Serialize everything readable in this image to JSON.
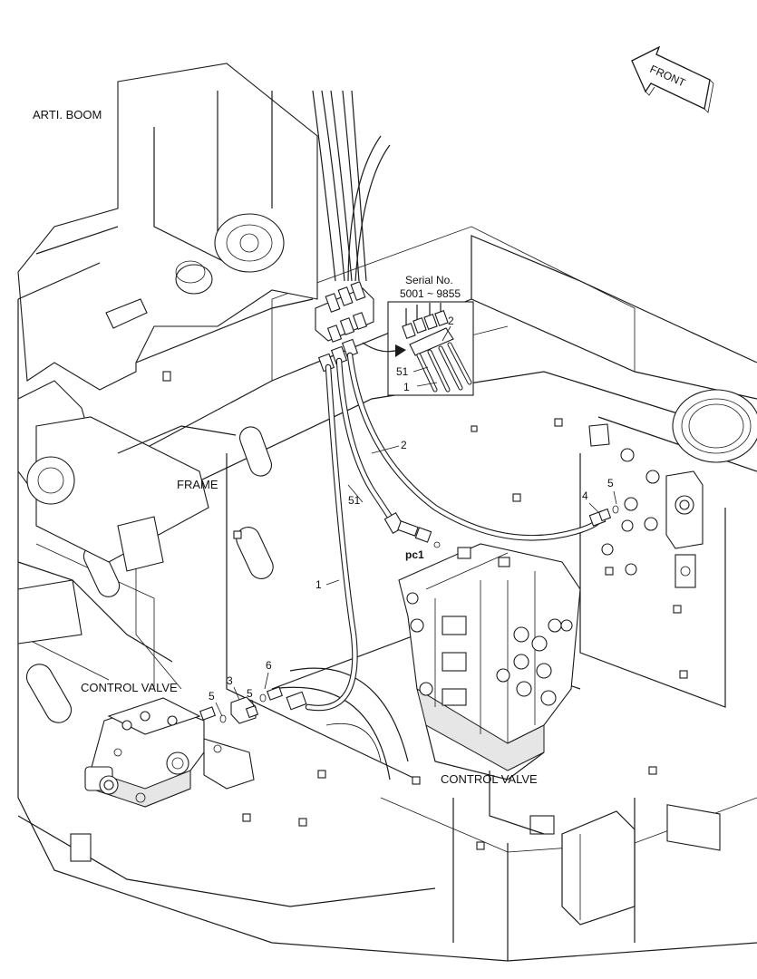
{
  "labels": {
    "arti_boom": "ARTI. BOOM",
    "frame": "FRAME",
    "control_valve_left": "CONTROL VALVE",
    "control_valve_right": "CONTROL VALVE",
    "front": "FRONT",
    "serial_title": "Serial No.",
    "serial_range": "5001 ~ 9855",
    "port": "pc1"
  },
  "callouts": {
    "inset_2": "2",
    "inset_51": "51",
    "inset_1": "1",
    "hose_2": "2",
    "hose_51": "51",
    "hose_1": "1",
    "fit_4": "4",
    "fit_5_right": "5",
    "fit_3": "3",
    "fit_5_mid": "5",
    "fit_6": "6",
    "fit_5_left": "5"
  }
}
